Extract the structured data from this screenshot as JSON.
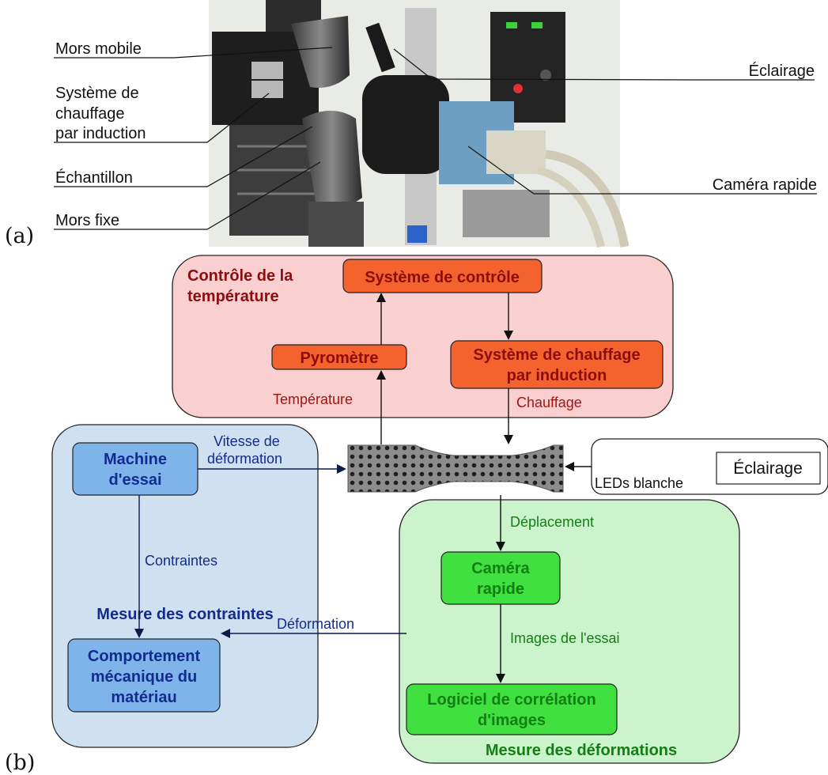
{
  "panel_labels": {
    "a": "(a)",
    "b": "(b)"
  },
  "photo_callouts": {
    "mors_mobile": "Mors mobile",
    "chauffage_line1": "Système de",
    "chauffage_line2": "chauffage",
    "chauffage_line3": "par induction",
    "echantillon": "Échantillon",
    "mors_fixe": "Mors fixe",
    "eclairage": "Éclairage",
    "camera": "Caméra rapide"
  },
  "groups": {
    "temperature_line1": "Contrôle de la",
    "temperature_line2": "température",
    "contraintes": "Mesure des contraintes",
    "deformations": "Mesure des déformations"
  },
  "nodes": {
    "systeme_controle": "Système de contrôle",
    "pyrometre": "Pyromètre",
    "chauffage_line1": "Système de chauffage",
    "chauffage_line2": "par induction",
    "machine_line1": "Machine",
    "machine_line2": "d'essai",
    "comportement_line1": "Comportement",
    "comportement_line2": "mécanique du",
    "comportement_line3": "matériau",
    "camera_line1": "Caméra",
    "camera_line2": "rapide",
    "logiciel_line1": "Logiciel de corrélation",
    "logiciel_line2": "d'images",
    "eclairage": "Éclairage"
  },
  "edges": {
    "temperature": "Température",
    "chauffage": "Chauffage",
    "vitesse_line1": "Vitesse de",
    "vitesse_line2": "déformation",
    "contraintes": "Contraintes",
    "deformation": "Déformation",
    "deplacement": "Déplacement",
    "images": "Images de l'essai",
    "leds": "LEDs blanche"
  },
  "colors": {
    "temp_group": "#f9cfcf",
    "temp_node": "#f4622d",
    "temp_text": "#8b0d0d",
    "blue_group": "#cfe0f1",
    "blue_node": "#7fb4ea",
    "blue_text": "#132b8f",
    "green_group": "#ccf4cc",
    "green_node": "#3fe03f",
    "green_text": "#137e13"
  }
}
